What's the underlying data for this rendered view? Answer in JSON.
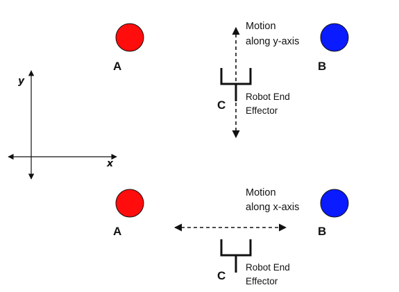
{
  "axes": {
    "y_label": "y",
    "x_label": "x"
  },
  "top_panel": {
    "object_a_label": "A",
    "object_b_label": "B",
    "effector_label": "C",
    "motion_line1": "Motion",
    "motion_line2": "along y-axis",
    "effector_line1": "Robot End",
    "effector_line2": "Effector"
  },
  "bottom_panel": {
    "object_a_label": "A",
    "object_b_label": "B",
    "effector_label": "C",
    "motion_line1": "Motion",
    "motion_line2": "along x-axis",
    "effector_line1": "Robot End",
    "effector_line2": "Effector"
  },
  "colors": {
    "object_a": "#ff0d0d",
    "object_b": "#0a1cff",
    "stroke": "#111111"
  }
}
